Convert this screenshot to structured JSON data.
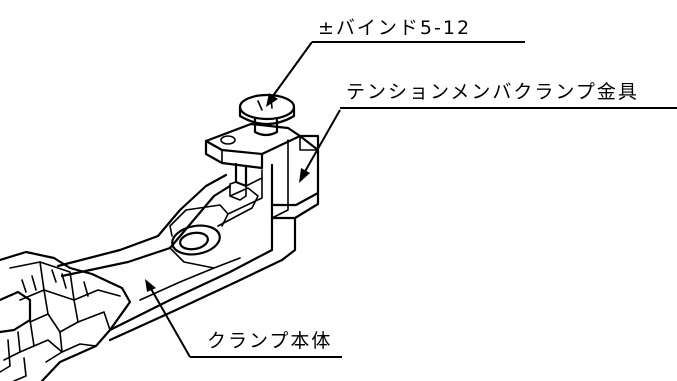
{
  "diagram": {
    "labels": {
      "screw": "±バインド5-12",
      "bracket": "テンションメンバクランプ金具",
      "body": "クランプ本体"
    },
    "colors": {
      "ink": "#000000",
      "background": "#ffffff"
    }
  }
}
